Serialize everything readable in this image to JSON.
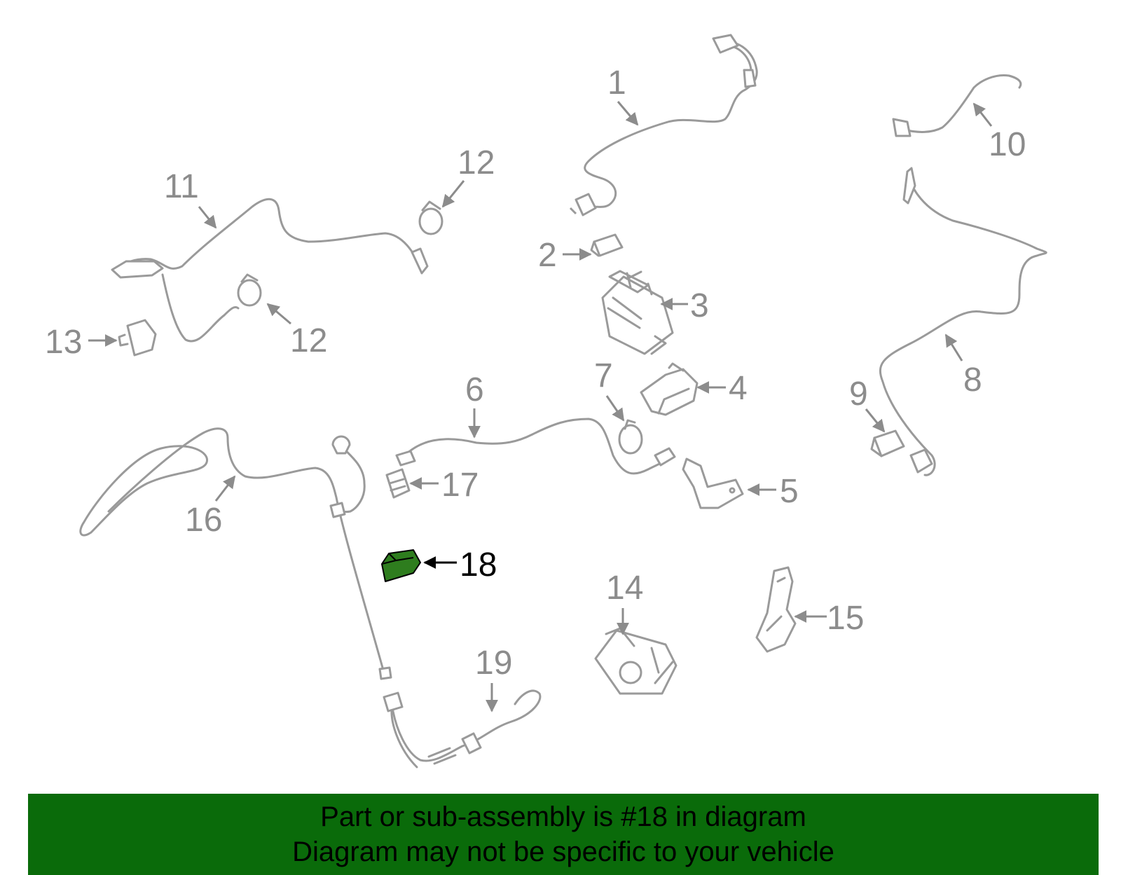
{
  "labels": {
    "p1": "1",
    "p2": "2",
    "p3": "3",
    "p4": "4",
    "p5": "5",
    "p6": "6",
    "p7": "7",
    "p8": "8",
    "p9": "9",
    "p10": "10",
    "p11": "11",
    "p12a": "12",
    "p12b": "12",
    "p13": "13",
    "p14": "14",
    "p15": "15",
    "p16": "16",
    "p17": "17",
    "p18": "18",
    "p19": "19"
  },
  "highlight_part": "18",
  "caption": {
    "line1": "Part or sub-assembly is #18 in diagram",
    "line2": "Diagram may not be specific to your vehicle"
  },
  "colors": {
    "highlight": "#2e7d1e",
    "caption_bg": "#0a6b0a",
    "part_stroke": "#9a9a9a",
    "label_gray": "#8c8c8c"
  }
}
